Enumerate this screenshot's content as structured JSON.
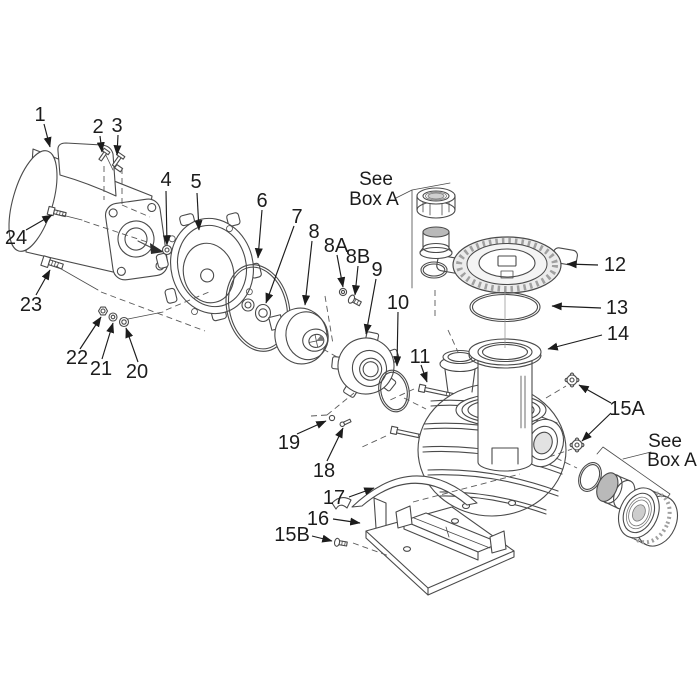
{
  "figure": {
    "type": "exploded-parts-diagram",
    "subject": "pump assembly exploded view",
    "colors": {
      "background": "#ffffff",
      "line": "#4a4a4a",
      "label": "#1c1c1c",
      "shade_light": "#ececec",
      "shade_mid": "#b9b9b9"
    },
    "callouts": [
      {
        "label": "1"
      },
      {
        "label": "2"
      },
      {
        "label": "3"
      },
      {
        "label": "4"
      },
      {
        "label": "5"
      },
      {
        "label": "6"
      },
      {
        "label": "7"
      },
      {
        "label": "8"
      },
      {
        "label": "8A"
      },
      {
        "label": "8B"
      },
      {
        "label": "9"
      },
      {
        "label": "10"
      },
      {
        "label": "11"
      },
      {
        "label": "12"
      },
      {
        "label": "13"
      },
      {
        "label": "14"
      },
      {
        "label": "15A"
      },
      {
        "label": "15B"
      },
      {
        "label": "16"
      },
      {
        "label": "17"
      },
      {
        "label": "18"
      },
      {
        "label": "19"
      },
      {
        "label": "20"
      },
      {
        "label": "21"
      },
      {
        "label": "22"
      },
      {
        "label": "23"
      },
      {
        "label": "24"
      }
    ],
    "notes": [
      {
        "line1": "See",
        "line2": "Box A"
      },
      {
        "line1": "See",
        "line2": "Box A"
      }
    ]
  }
}
